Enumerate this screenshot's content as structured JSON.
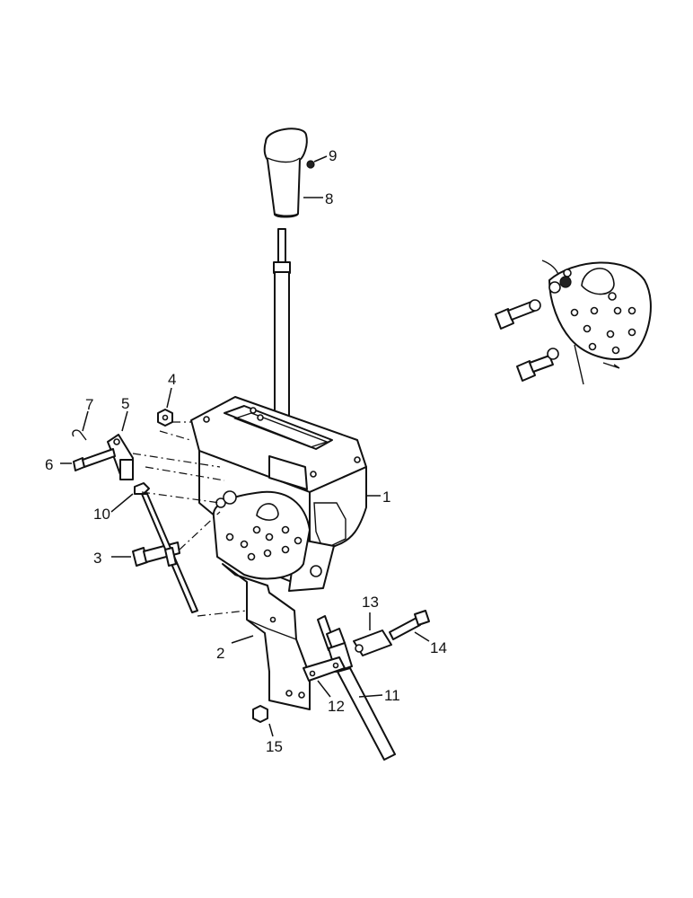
{
  "diagram": {
    "callouts": [
      {
        "id": "callout-1",
        "text": "1"
      },
      {
        "id": "callout-2",
        "text": "2"
      },
      {
        "id": "callout-3",
        "text": "3"
      },
      {
        "id": "callout-4",
        "text": "4"
      },
      {
        "id": "callout-5",
        "text": "5"
      },
      {
        "id": "callout-6",
        "text": "6"
      },
      {
        "id": "callout-7",
        "text": "7"
      },
      {
        "id": "callout-8",
        "text": "8"
      },
      {
        "id": "callout-9",
        "text": "9"
      },
      {
        "id": "callout-10",
        "text": "10"
      },
      {
        "id": "callout-11",
        "text": "11"
      },
      {
        "id": "callout-12",
        "text": "12"
      },
      {
        "id": "callout-13",
        "text": "13"
      },
      {
        "id": "callout-14",
        "text": "14"
      },
      {
        "id": "callout-15",
        "text": "15"
      }
    ]
  }
}
